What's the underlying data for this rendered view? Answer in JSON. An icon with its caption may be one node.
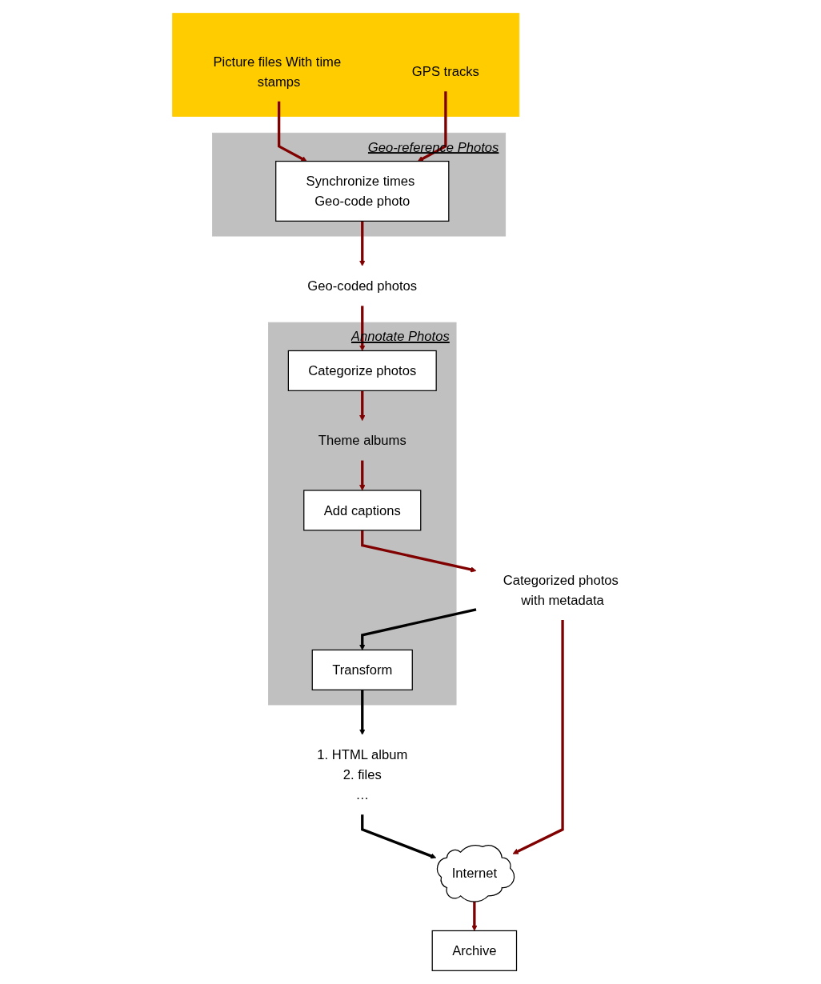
{
  "diagram": {
    "nodes": [
      {
        "text": [],
        "shape": "box"
      },
      {
        "text": [
          "Picture files With time stamps"
        ],
        "in": 0
      },
      {
        "text": [
          "GPS tracks"
        ],
        "in": 0
      },
      {
        "text": [
          "Geo-reference Photos"
        ]
      },
      {
        "text": [
          "Synchronize times Geo-code photo"
        ],
        "in": 3
      },
      {
        "text": [
          "Geo-coded photos"
        ]
      },
      {
        "text": [
          "Annotate Photos"
        ]
      },
      {
        "text": [
          "Categorize photos"
        ],
        "in": 6
      },
      {
        "text": [
          "Theme albums"
        ],
        "in": 6
      },
      {
        "text": [
          "Add captions"
        ],
        "in": 6
      },
      {
        "text": [
          "Transform"
        ],
        "in": 6
      },
      {
        "text": [
          "Categorized photos with metadata"
        ]
      },
      {
        "text": [
          "1. HTML album",
          "2. files",
          "…"
        ]
      },
      {
        "text": [
          "Internet"
        ]
      },
      {
        "text": [
          "Archive"
        ]
      }
    ],
    "edges": [
      {
        "from": 1,
        "to": 4,
        "arrow": "to"
      },
      {
        "from": 2,
        "to": 4,
        "arrow": "to"
      },
      {
        "from": 4,
        "to": 5,
        "arrow": "to"
      },
      {
        "from": 5,
        "to": 7,
        "arrow": "to"
      },
      {
        "from": 7,
        "to": 8,
        "arrow": "to"
      },
      {
        "from": 8,
        "to": 9,
        "arrow": "to"
      },
      {
        "from": 9,
        "to": 11,
        "arrow": "to"
      },
      {
        "from": 11,
        "to": 10,
        "arrow": "to",
        "color": "#000000"
      },
      {
        "from": 10,
        "to": 12,
        "arrow": "to",
        "color": "#000000"
      },
      {
        "from": 12,
        "to": 13,
        "arrow": "to",
        "color": "#000000"
      },
      {
        "from": 11,
        "to": 13,
        "arrow": "to"
      },
      {
        "from": 13,
        "to": 14,
        "arrow": "to"
      }
    ]
  }
}
